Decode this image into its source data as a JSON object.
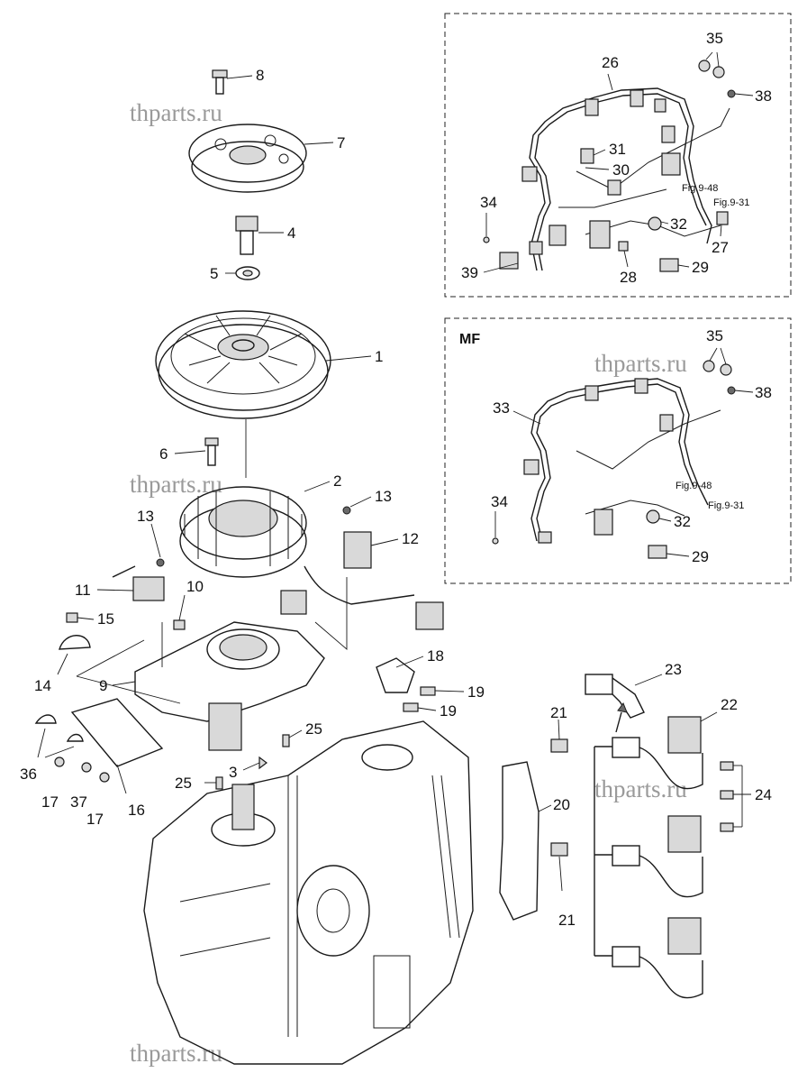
{
  "panels": {
    "upper_box": {
      "fig_ref_1": "Fig.9-48",
      "fig_ref_2": "Fig.9-31"
    },
    "lower_box": {
      "label": "MF",
      "fig_ref_1": "Fig.9-48",
      "fig_ref_2": "Fig.9-31"
    }
  },
  "watermark": "thparts.ru",
  "callouts": [
    {
      "id": "c1",
      "text": "1"
    },
    {
      "id": "c2",
      "text": "2"
    },
    {
      "id": "c3",
      "text": "3"
    },
    {
      "id": "c4",
      "text": "4"
    },
    {
      "id": "c5",
      "text": "5"
    },
    {
      "id": "c6",
      "text": "6"
    },
    {
      "id": "c7",
      "text": "7"
    },
    {
      "id": "c8",
      "text": "8"
    },
    {
      "id": "c9",
      "text": "9"
    },
    {
      "id": "c10",
      "text": "10"
    },
    {
      "id": "c11",
      "text": "11"
    },
    {
      "id": "c12",
      "text": "12"
    },
    {
      "id": "c13a",
      "text": "13"
    },
    {
      "id": "c13b",
      "text": "13"
    },
    {
      "id": "c14",
      "text": "14"
    },
    {
      "id": "c15",
      "text": "15"
    },
    {
      "id": "c16",
      "text": "16"
    },
    {
      "id": "c17a",
      "text": "17"
    },
    {
      "id": "c17b",
      "text": "17"
    },
    {
      "id": "c18",
      "text": "18"
    },
    {
      "id": "c19a",
      "text": "19"
    },
    {
      "id": "c19b",
      "text": "19"
    },
    {
      "id": "c20",
      "text": "20"
    },
    {
      "id": "c21a",
      "text": "21"
    },
    {
      "id": "c21b",
      "text": "21"
    },
    {
      "id": "c22",
      "text": "22"
    },
    {
      "id": "c23",
      "text": "23"
    },
    {
      "id": "c24",
      "text": "24"
    },
    {
      "id": "c25a",
      "text": "25"
    },
    {
      "id": "c25b",
      "text": "25"
    },
    {
      "id": "c26",
      "text": "26"
    },
    {
      "id": "c27",
      "text": "27"
    },
    {
      "id": "c28",
      "text": "28"
    },
    {
      "id": "c29a",
      "text": "29"
    },
    {
      "id": "c29b",
      "text": "29"
    },
    {
      "id": "c30",
      "text": "30"
    },
    {
      "id": "c31",
      "text": "31"
    },
    {
      "id": "c32a",
      "text": "32"
    },
    {
      "id": "c32b",
      "text": "32"
    },
    {
      "id": "c33",
      "text": "33"
    },
    {
      "id": "c34a",
      "text": "34"
    },
    {
      "id": "c34b",
      "text": "34"
    },
    {
      "id": "c35a",
      "text": "35"
    },
    {
      "id": "c35b",
      "text": "35"
    },
    {
      "id": "c36",
      "text": "36"
    },
    {
      "id": "c37",
      "text": "37"
    },
    {
      "id": "c38a",
      "text": "38"
    },
    {
      "id": "c38b",
      "text": "38"
    },
    {
      "id": "c39",
      "text": "39"
    }
  ]
}
